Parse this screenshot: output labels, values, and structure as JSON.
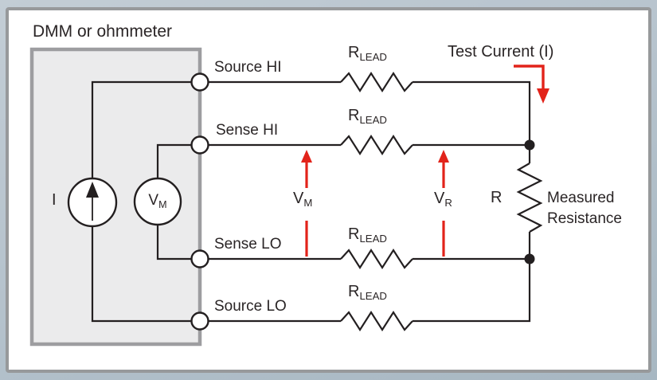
{
  "colors": {
    "outer_background": "#b6c3cd",
    "panel_background": "#ffffff",
    "panel_border": "#97999b",
    "dmm_box_fill": "#ebebec",
    "dmm_box_border": "#9d9da0",
    "wire": "#231f20",
    "accent_red": "#e2231a",
    "text": "#2a2526"
  },
  "title": "DMM or ohmmeter",
  "terminals": [
    {
      "label": "Source HI"
    },
    {
      "label": "Sense HI"
    },
    {
      "label": "Sense LO"
    },
    {
      "label": "Source LO"
    }
  ],
  "lead_resistor": {
    "base": "R",
    "sub": "LEAD"
  },
  "test_current": {
    "label": "Test Current (I)"
  },
  "current_source": {
    "label": "I"
  },
  "voltmeter": {
    "base": "V",
    "sub": "M"
  },
  "vm_probe": {
    "base": "V",
    "sub": "M"
  },
  "vr_probe": {
    "base": "V",
    "sub": "R"
  },
  "resistor": {
    "label": "R"
  },
  "measured_resistance": {
    "line1": "Measured",
    "line2": "Resistance"
  }
}
